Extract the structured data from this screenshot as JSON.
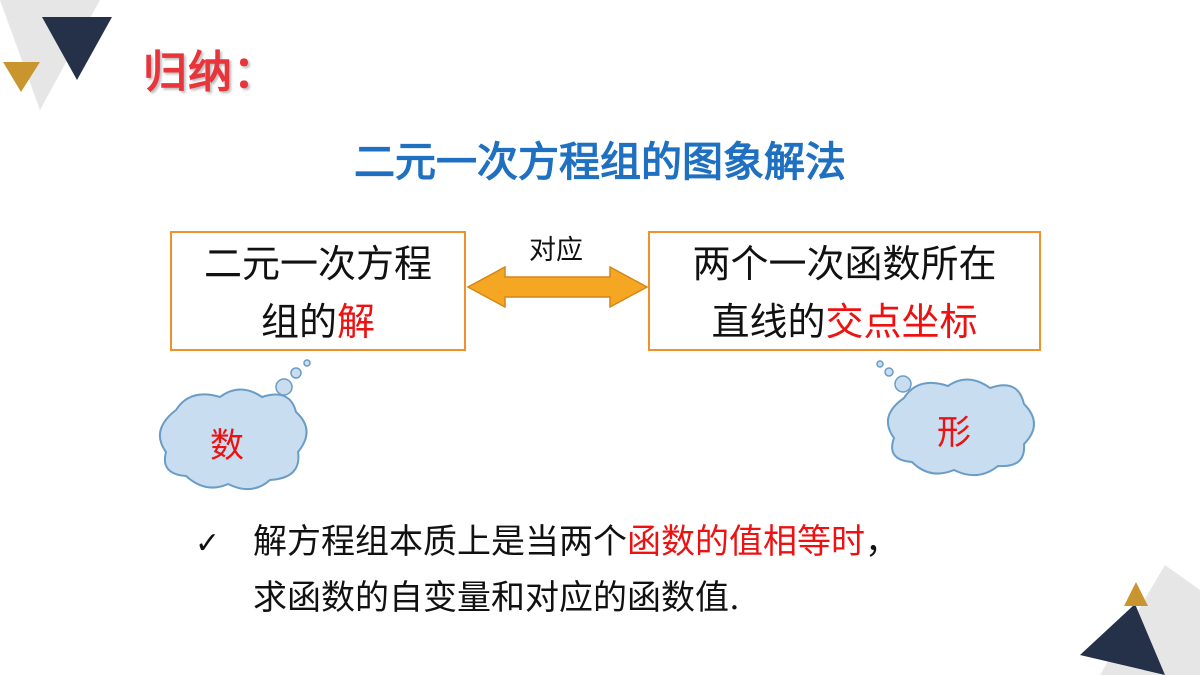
{
  "heading": "归纳：",
  "title": "二元一次方程组的图象解法",
  "left_box": {
    "line1": "二元一次方程",
    "line2_plain": "组的",
    "line2_highlight": "解"
  },
  "arrow_label": "对应",
  "right_box": {
    "line1": "两个一次函数所在",
    "line2_plain": "直线的",
    "line2_highlight": "交点坐标"
  },
  "cloud_left": "数",
  "cloud_right": "形",
  "summary": {
    "check": "✓",
    "line1_plain": "解方程组本质上是当两个",
    "line1_highlight": "函数的值相等时",
    "line1_end": "，",
    "line2": "求函数的自变量和对应的函数值."
  },
  "colors": {
    "heading": "#e8353b",
    "title": "#1f70c1",
    "box_border": "#f0922a",
    "highlight": "#ee1111",
    "arrow_fill": "#f5a623",
    "cloud_fill": "#c8def0",
    "cloud_stroke": "#6a9cc6",
    "deco_navy": "#253148",
    "deco_gold": "#c9952e",
    "deco_grey": "#e3e3e3"
  }
}
